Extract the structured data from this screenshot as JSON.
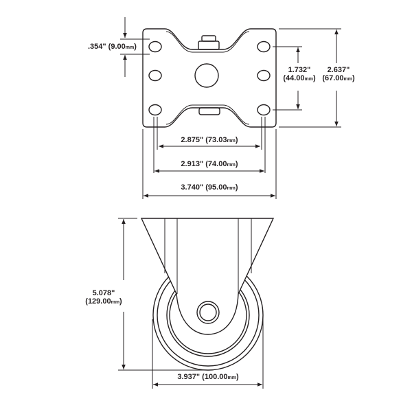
{
  "dimensions": {
    "hole_dia": {
      "inch": ".354\"",
      "mm": "9.00",
      "unit": "mm"
    },
    "hole_spacing_v": {
      "inch": "1.732\"",
      "mm": "44.00",
      "unit": "mm"
    },
    "plate_height": {
      "inch": "2.637\"",
      "mm": "67.00",
      "unit": "mm"
    },
    "hole_spacing_inner": {
      "inch": "2.875\"",
      "mm": "73.03",
      "unit": "mm"
    },
    "hole_spacing_outer": {
      "inch": "2.913\"",
      "mm": "74.00",
      "unit": "mm"
    },
    "plate_width": {
      "inch": "3.740\"",
      "mm": "95.00",
      "unit": "mm"
    },
    "overall_height": {
      "inch": "5.078\"",
      "mm": "129.00",
      "unit": "mm"
    },
    "wheel_dia": {
      "inch": "3.937\"",
      "mm": "100.00",
      "unit": "mm"
    }
  }
}
